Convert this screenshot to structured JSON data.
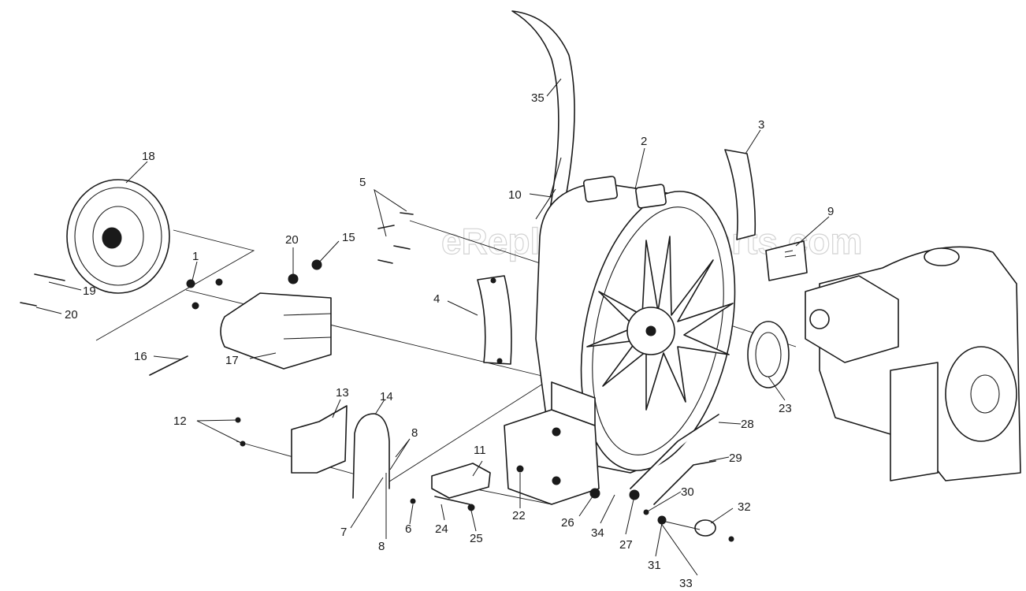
{
  "watermark": "eReplacementParts.com",
  "callouts": {
    "c1": "1",
    "c2": "2",
    "c3": "3",
    "c4": "4",
    "c5": "5",
    "c6": "6",
    "c7": "7",
    "c8a": "8",
    "c8b": "8",
    "c9": "9",
    "c10": "10",
    "c11": "11",
    "c12": "12",
    "c13": "13",
    "c14": "14",
    "c15": "15",
    "c16": "16",
    "c17": "17",
    "c18": "18",
    "c19": "19",
    "c20a": "20",
    "c20b": "20",
    "c22": "22",
    "c23": "23",
    "c24": "24",
    "c25": "25",
    "c26": "26",
    "c27": "27",
    "c28": "28",
    "c29": "29",
    "c30": "30",
    "c31": "31",
    "c32": "32",
    "c33": "33",
    "c34": "34",
    "c35": "35"
  }
}
